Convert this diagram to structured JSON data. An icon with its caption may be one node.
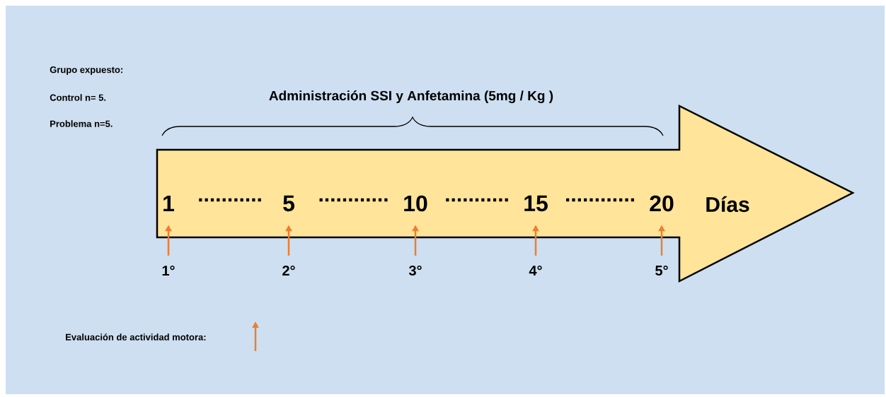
{
  "diagram": {
    "nodes": [
      {
        "text": [
          "Días"
        ]
      },
      {
        "text": [
          "1"
        ],
        "in": 0
      },
      {
        "text": [
          "5"
        ],
        "in": 0
      },
      {
        "text": [
          "10"
        ],
        "in": 0
      },
      {
        "text": [
          "15"
        ],
        "in": 0
      },
      {
        "text": [
          "20"
        ],
        "in": 0
      },
      {
        "text": [
          "1°"
        ]
      },
      {
        "text": [
          "2°"
        ]
      },
      {
        "text": [
          "3°"
        ]
      },
      {
        "text": [
          "4°"
        ]
      },
      {
        "text": [
          "5°"
        ]
      }
    ],
    "edges": [
      {
        "from": 6,
        "to": 1,
        "arrow": "to",
        "color": "#ed7d31"
      },
      {
        "from": 7,
        "to": 2,
        "arrow": "to",
        "color": "#ed7d31"
      },
      {
        "from": 8,
        "to": 3,
        "arrow": "to",
        "color": "#ed7d31"
      },
      {
        "from": 9,
        "to": 4,
        "arrow": "to",
        "color": "#ed7d31"
      },
      {
        "from": 10,
        "to": 5,
        "arrow": "to",
        "color": "#ed7d31"
      }
    ],
    "labels": [
      "Grupo expuesto:",
      "Control n= 5.",
      "Problema n=5.",
      "Administración SSI y Anfetamina (5mg / Kg )",
      "...........",
      "............",
      "...........",
      "............"
    ],
    "legend": [
      {
        "text": "Evaluación de actividad motora:"
      }
    ]
  }
}
